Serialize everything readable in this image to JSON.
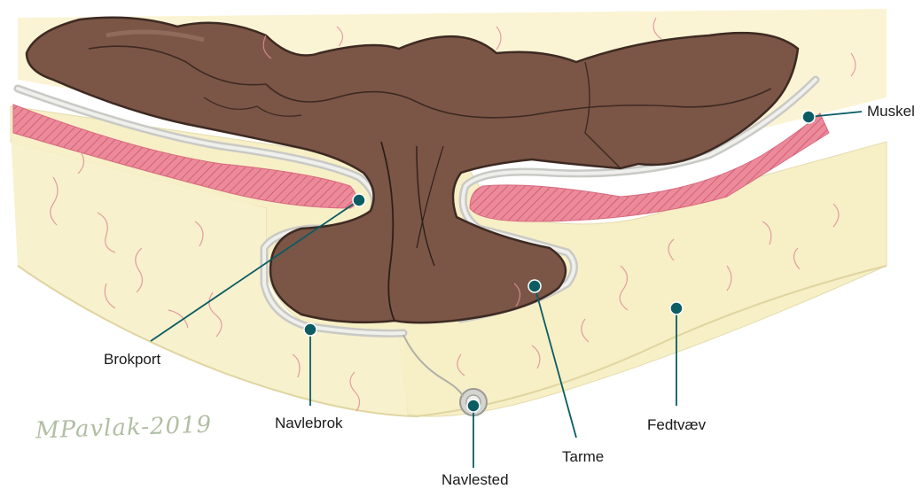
{
  "labels": {
    "muskel": "Muskel",
    "brokport": "Brokport",
    "navlebrok": "Navlebrok",
    "navlested": "Navlested",
    "tarme": "Tarme",
    "fedtvaev": "Fedtvæv"
  },
  "signature": "MPavlak-2019",
  "colors": {
    "leader": "#0b5c63",
    "intestine": "#7a5444",
    "fat": "#f7efc6",
    "muscle": "#e4778a",
    "membrane": "#d8d8d4"
  },
  "icons": [
    "leader-dot-icon"
  ]
}
